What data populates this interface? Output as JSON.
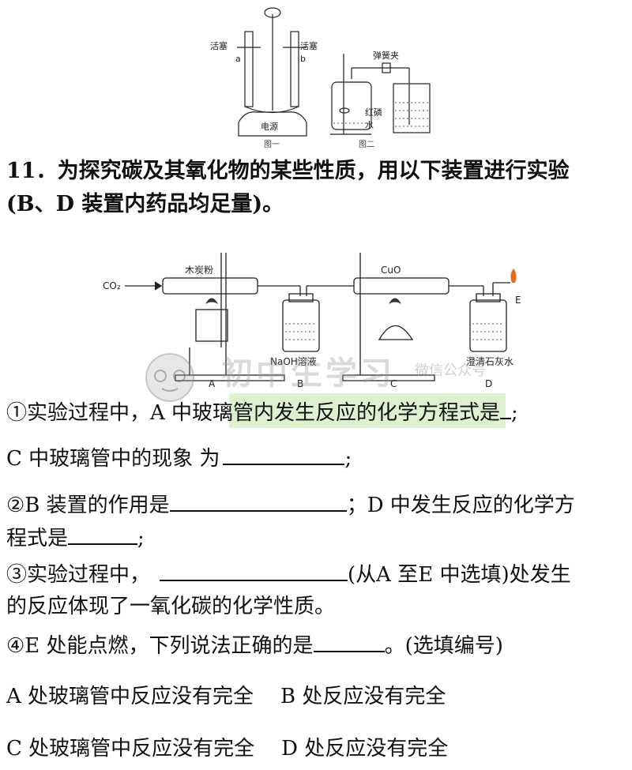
{
  "fig_top": {
    "fig1": {
      "stopcock_left": "活塞",
      "stopcock_right": "活塞",
      "label_a": "a",
      "label_b": "b",
      "power": "电源",
      "caption": "图一"
    },
    "fig2": {
      "clip": "弹簧夹",
      "red_p": "红磷",
      "water": "水",
      "caption": "图二"
    }
  },
  "question": {
    "title_line1": "11．为探究碳及其氧化物的某些性质，用以下装置进行实验",
    "title_line2": "(B、D 装置内药品均足量)。"
  },
  "apparatus": {
    "co2": "CO₂",
    "charcoal": "木炭粉",
    "cuo": "CuO",
    "naoh": "NaOH溶液",
    "limewater": "澄清石灰水",
    "label_a": "A",
    "label_b": "B",
    "label_c": "C",
    "label_d": "D",
    "label_e": "E"
  },
  "watermark": {
    "main": "初中生学习",
    "sub": "微信公众号"
  },
  "items": {
    "q1_part1": "①实验过程中，A 中玻璃管内发生反应的化学方程式是",
    "q1_end": ";",
    "q1b_start": "C 中玻璃管中的现象 为",
    "q1b_end": ";",
    "q2_part1": "②B 装置的作用是",
    "q2_mid": "；D 中发生反应的化学方",
    "q2_line2": "程式是",
    "q2_end": ";",
    "q3_part1": "③实验过程中，",
    "q3_mid": "(从A 至E 中选填)处发生",
    "q3_line2": "的反应体现了一氧化碳的化学性质。",
    "q4_part1": "④E 处能点燃，下列说法正确的是",
    "q4_end": "。(选填编号)",
    "optA": "A 处玻璃管中反应没有完全",
    "optB": "B 处反应没有完全",
    "optC": "C 处玻璃管中反应没有完全",
    "optD": "D 处反应没有完全"
  }
}
